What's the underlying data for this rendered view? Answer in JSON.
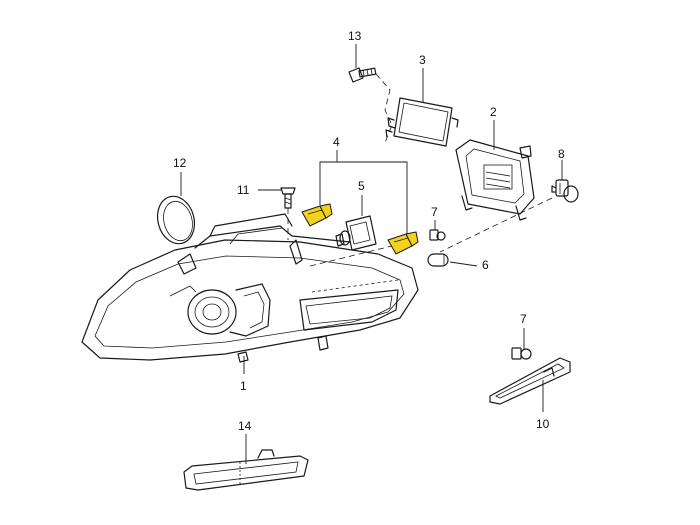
{
  "callouts": {
    "c1": "1",
    "c2": "2",
    "c3": "3",
    "c4": "4",
    "c5": "5",
    "c6": "6",
    "c7a": "7",
    "c7b": "7",
    "c8": "8",
    "c10": "10",
    "c11": "11",
    "c12": "12",
    "c13": "13",
    "c14": "14"
  },
  "colors": {
    "bulb_highlight": "#f2d21b",
    "line": "#1a1a1a"
  }
}
